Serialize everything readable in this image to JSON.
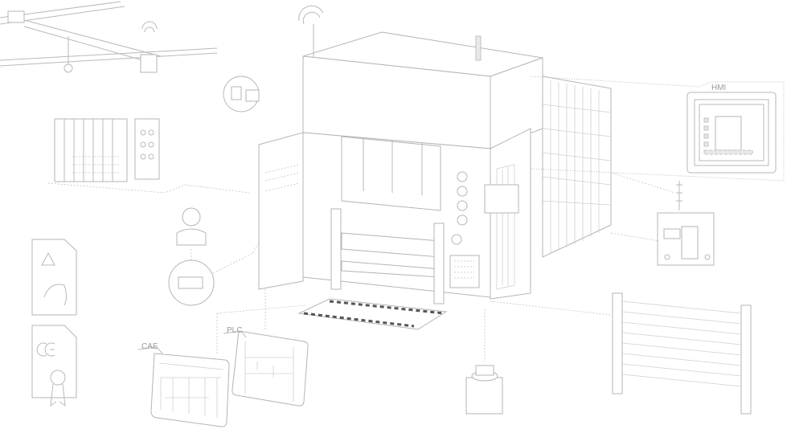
{
  "labels": {
    "hmi": "HMI",
    "plc": "PLC",
    "cae": "CAE"
  },
  "colors": {
    "line": "#b9b9b9",
    "background": "#ffffff"
  }
}
